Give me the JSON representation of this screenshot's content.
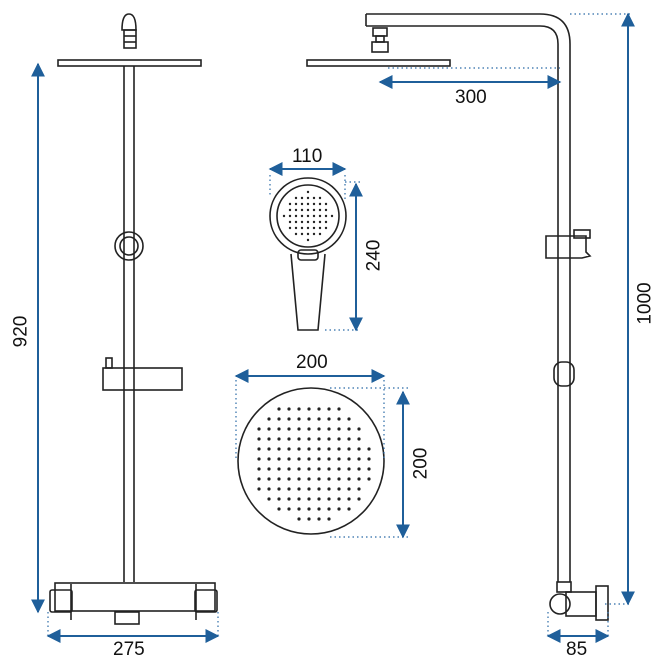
{
  "dimensions": {
    "front_height": "920",
    "front_width": "275",
    "arm_length": "300",
    "total_height": "1000",
    "depth": "85",
    "handshower_width": "110",
    "handshower_height": "240",
    "head_width": "200",
    "head_height": "200"
  },
  "colors": {
    "dimension_line": "#1f5f9a",
    "outline": "#222222",
    "extension": "#2a6aa6"
  }
}
